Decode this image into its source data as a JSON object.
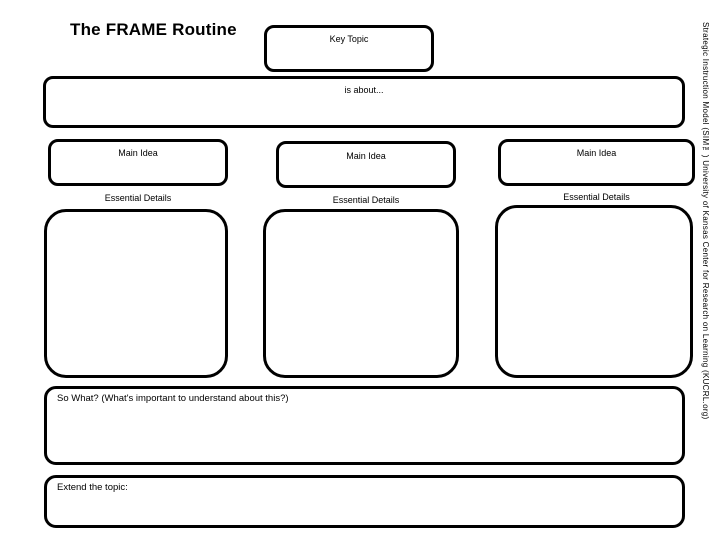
{
  "page": {
    "title": "The FRAME Routine",
    "credit": "Strategic Instruction Model (SIM™) University of Kansas Center for Research on Learning (KUCRL.org)"
  },
  "key_topic": {
    "label": "Key Topic",
    "value": ""
  },
  "is_about": {
    "label": "is about...",
    "value": ""
  },
  "columns": [
    {
      "main_idea_label": "Main Idea",
      "main_idea_value": "",
      "details_label": "Essential Details",
      "details_value": ""
    },
    {
      "main_idea_label": "Main Idea",
      "main_idea_value": "",
      "details_label": "Essential Details",
      "details_value": ""
    },
    {
      "main_idea_label": "Main Idea",
      "main_idea_value": "",
      "details_label": "Essential Details",
      "details_value": ""
    }
  ],
  "so_what": {
    "label": "So What? (What's important to understand about this?)",
    "value": ""
  },
  "extend": {
    "label": "Extend the topic:",
    "value": ""
  },
  "colors": {
    "ink": "#000000",
    "paper": "#ffffff"
  }
}
